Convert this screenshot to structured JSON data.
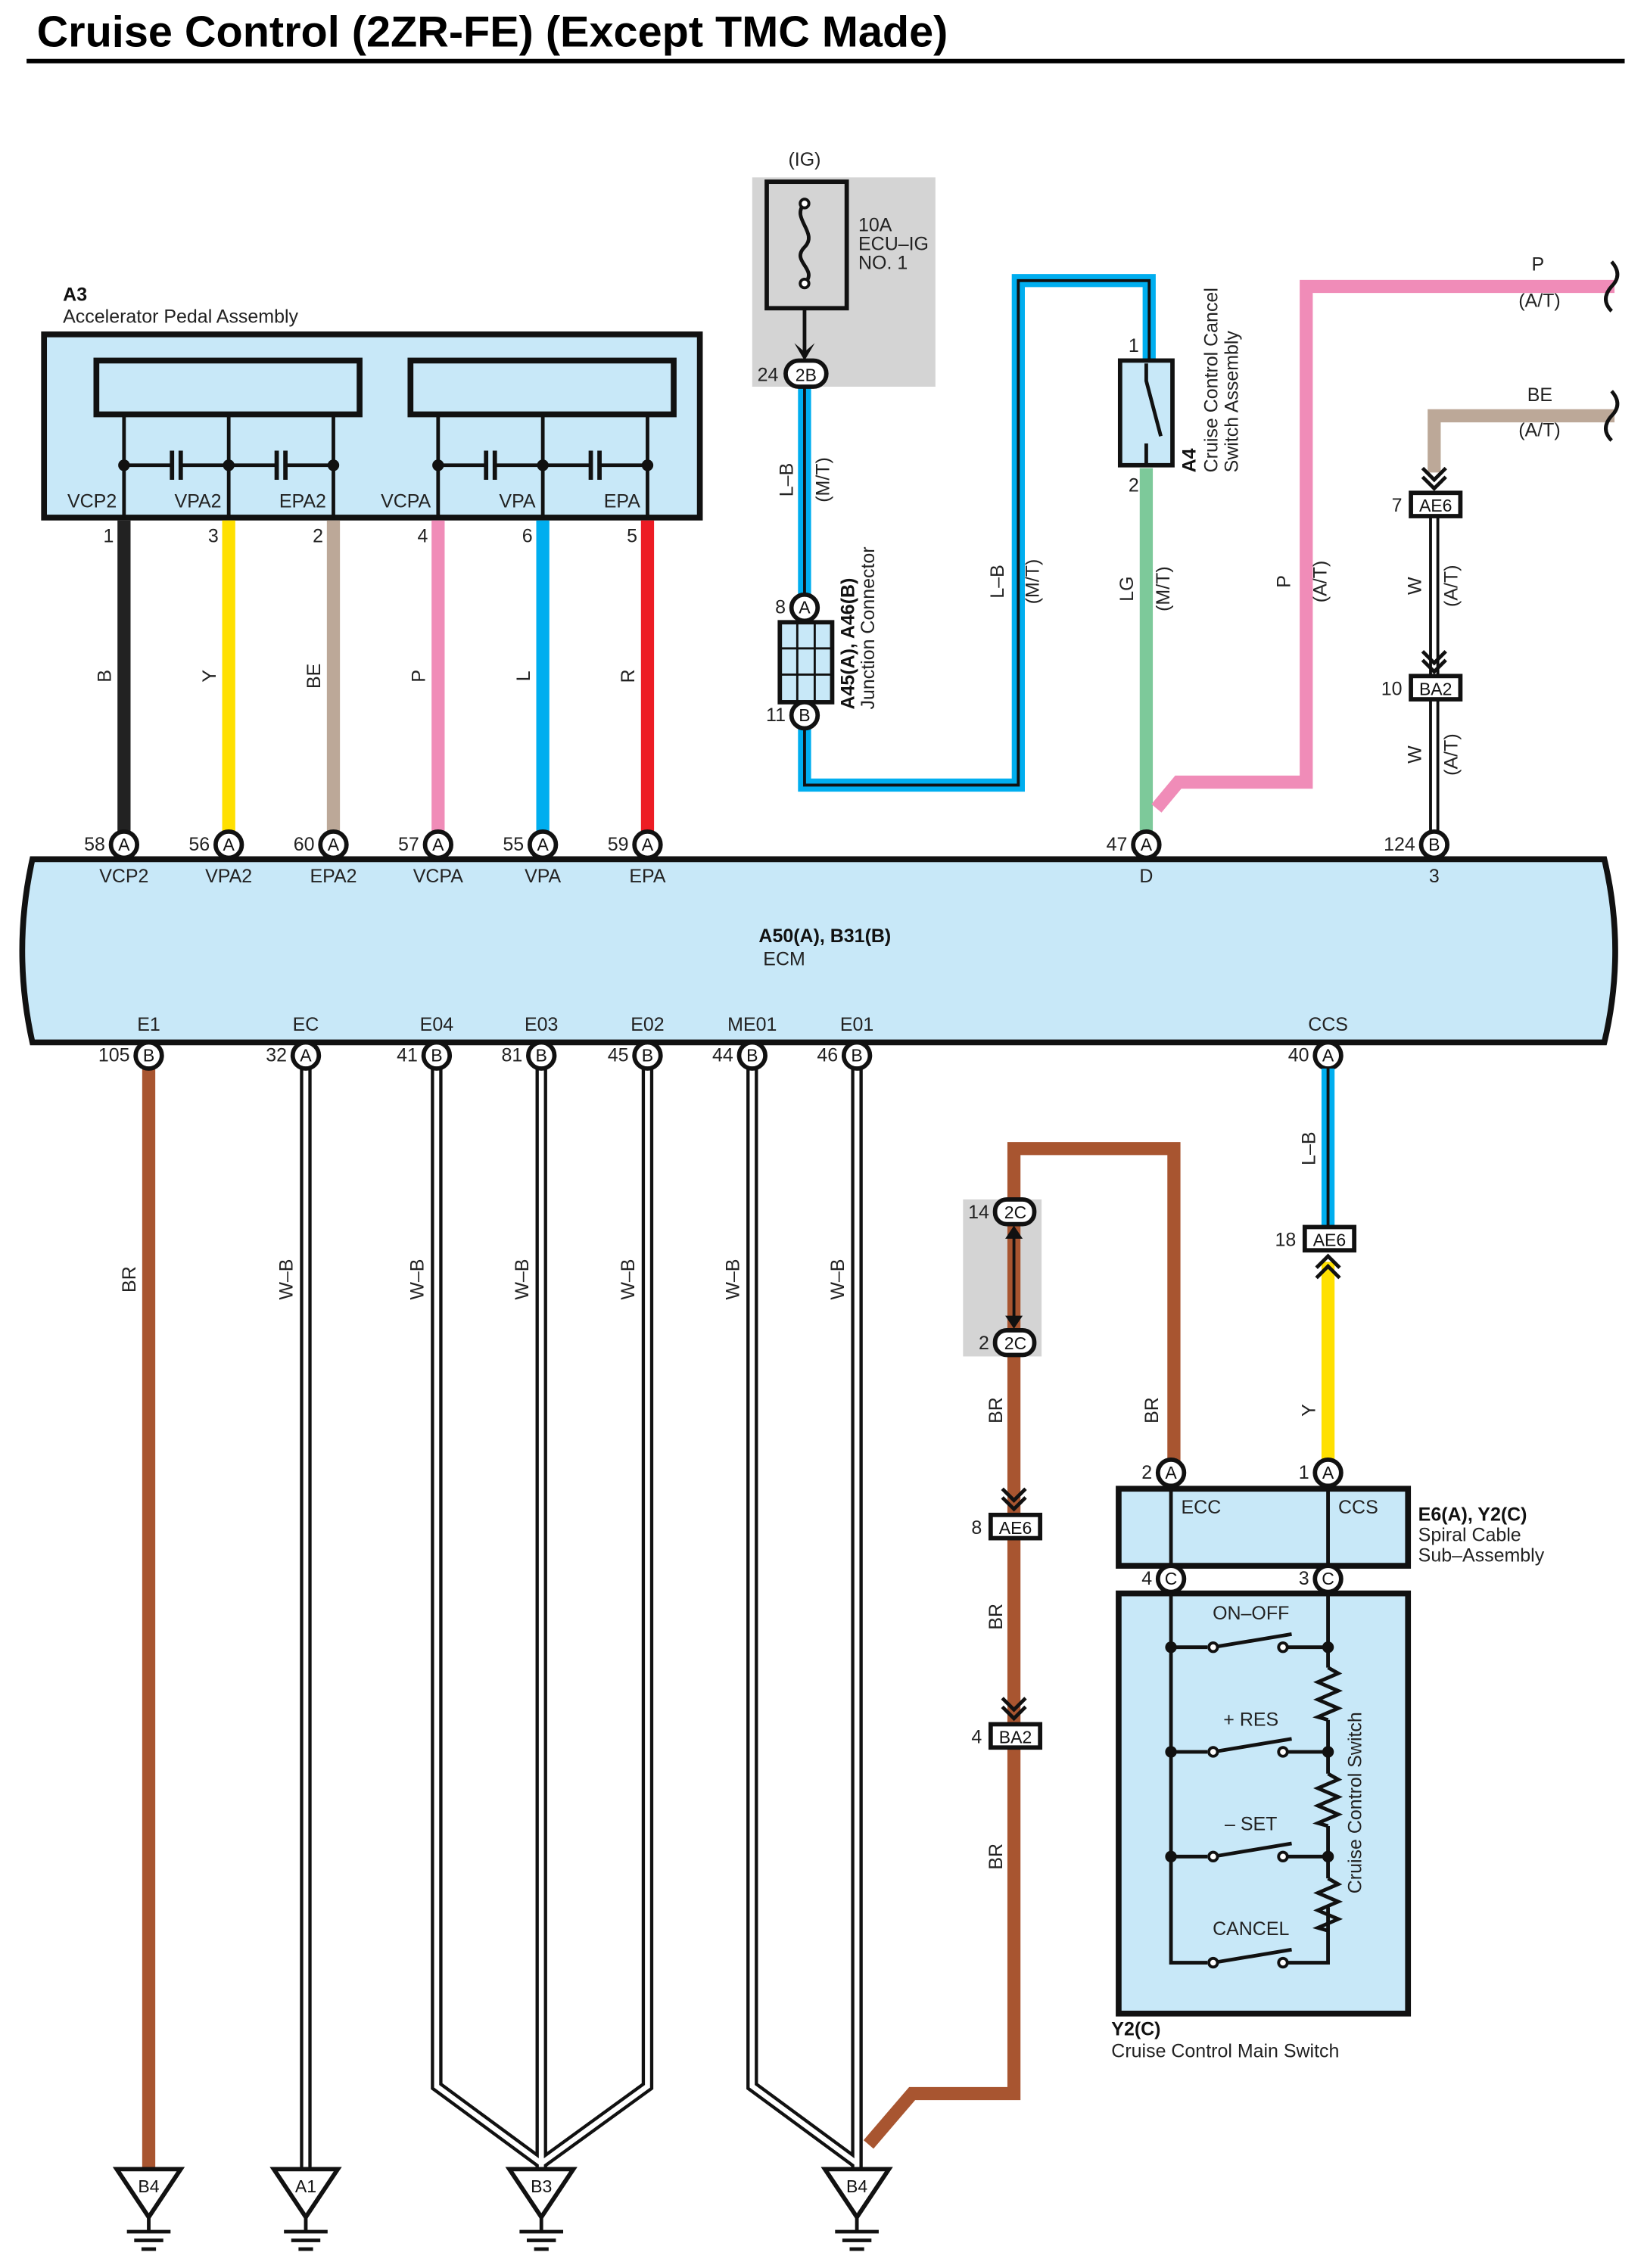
{
  "title": "Cruise Control (2ZR-FE) (Except TMC Made)",
  "colors": {
    "component_fill": "#c8e8f8",
    "B": "#222222",
    "Y": "#ffe000",
    "BE": "#bca898",
    "P": "#f08cb8",
    "L": "#00aeef",
    "R": "#ed1c24",
    "LG": "#7dc99a",
    "BR": "#a85530",
    "W": "#ffffff",
    "splice_box": "#d4d4d4"
  },
  "a3": {
    "code": "A3",
    "name": "Accelerator Pedal Assembly",
    "terminals": [
      "VCP2",
      "VPA2",
      "EPA2",
      "VCPA",
      "VPA",
      "EPA"
    ],
    "pins": [
      "1",
      "3",
      "2",
      "4",
      "6",
      "5"
    ],
    "wires": [
      "B",
      "Y",
      "BE",
      "P",
      "L",
      "R"
    ]
  },
  "ecm": {
    "code": "A50(A), B31(B)",
    "name": "ECM",
    "top": [
      {
        "pin": "58",
        "conn": "A",
        "term": "VCP2"
      },
      {
        "pin": "56",
        "conn": "A",
        "term": "VPA2"
      },
      {
        "pin": "60",
        "conn": "A",
        "term": "EPA2"
      },
      {
        "pin": "57",
        "conn": "A",
        "term": "VCPA"
      },
      {
        "pin": "55",
        "conn": "A",
        "term": "VPA"
      },
      {
        "pin": "59",
        "conn": "A",
        "term": "EPA"
      },
      {
        "pin": "47",
        "conn": "A",
        "term": "D"
      },
      {
        "pin": "124",
        "conn": "B",
        "term": "3"
      }
    ],
    "bottom": [
      {
        "pin": "105",
        "conn": "B",
        "term": "E1",
        "wire": "BR"
      },
      {
        "pin": "32",
        "conn": "A",
        "term": "EC",
        "wire": "W–B"
      },
      {
        "pin": "41",
        "conn": "B",
        "term": "E04",
        "wire": "W–B"
      },
      {
        "pin": "81",
        "conn": "B",
        "term": "E03",
        "wire": "W–B"
      },
      {
        "pin": "45",
        "conn": "B",
        "term": "E02",
        "wire": "W–B"
      },
      {
        "pin": "44",
        "conn": "B",
        "term": "ME01",
        "wire": "W–B"
      },
      {
        "pin": "46",
        "conn": "B",
        "term": "E01",
        "wire": "W–B"
      },
      {
        "pin": "40",
        "conn": "A",
        "term": "CCS",
        "wire": "L–B"
      }
    ]
  },
  "fuse": {
    "source": "(IG)",
    "rating": "10A",
    "name1": "ECU–IG",
    "name2": "NO. 1",
    "pin": "24",
    "conn": "2B"
  },
  "junction": {
    "code": "A45(A), A46(B)",
    "name": "Junction Connector",
    "pin_top": "8",
    "conn_top": "A",
    "pin_bottom": "11",
    "conn_bottom": "B"
  },
  "a4": {
    "code": "A4",
    "name1": "Cruise Control Cancel",
    "name2": "Switch Assembly",
    "pin1": "1",
    "pin2": "2"
  },
  "wire_labels": {
    "lb": "L–B",
    "mt": "(M/T)",
    "at": "(A/T)",
    "lg": "LG",
    "p": "P",
    "be": "BE",
    "w": "W",
    "y": "Y",
    "br": "BR"
  },
  "connectors": {
    "ae6": "AE6",
    "ba2": "BA2",
    "c2c": "2C",
    "ae6_top_pin": "7",
    "ba2_top_pin": "10",
    "ae6_ccs_pin": "18",
    "c2c_top_pin": "14",
    "c2c_bot_pin": "2",
    "ae6_br_pin": "8",
    "ba2_br_pin": "4"
  },
  "spiral": {
    "code": "E6(A), Y2(C)",
    "name1": "Spiral Cable",
    "name2": "Sub–Assembly",
    "t1": "ECC",
    "t2": "CCS",
    "pin_ecc": "2",
    "pin_ccs": "1",
    "conn_a": "A",
    "pin_c4": "4",
    "pin_c3": "3",
    "conn_c": "C"
  },
  "main_switch": {
    "code": "Y2(C)",
    "name": "Cruise Control Main Switch",
    "inner": "Cruise Control Switch",
    "switches": [
      "ON–OFF",
      "+ RES",
      "– SET",
      "CANCEL"
    ]
  },
  "grounds": [
    "B4",
    "A1",
    "B3",
    "B4"
  ]
}
